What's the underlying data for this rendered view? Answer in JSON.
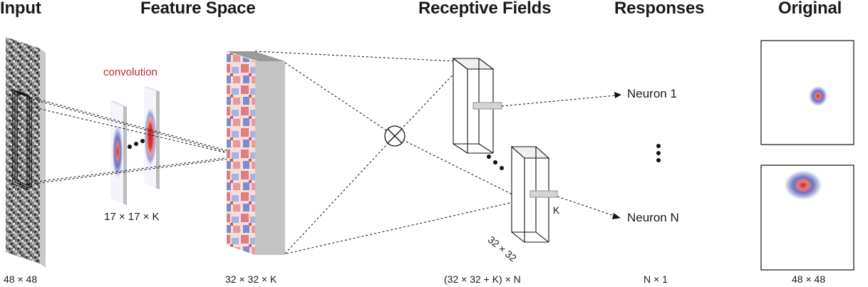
{
  "headers": {
    "input": "Input",
    "feature_space": "Feature Space",
    "receptive_fields": "Receptive Fields",
    "responses": "Responses",
    "original": "Original"
  },
  "labels": {
    "convolution": "convolution",
    "kernel_size": "17 × 17 × K",
    "neuron_1": "Neuron 1",
    "neuron_n": "Neuron N",
    "k": "K",
    "rf_size": "32 × 32"
  },
  "dimensions": {
    "input": "48 × 48",
    "feature_space": "32 × 32 × K",
    "receptive_fields": "(32 × 32 + K) × N",
    "responses": "N × 1",
    "original": "48 × 48"
  },
  "colors": {
    "convolution_label": "#c0282d",
    "positive": "#d43a3a",
    "negative": "#3b4fa8"
  },
  "icons": {
    "combine": "circled-times-icon"
  }
}
